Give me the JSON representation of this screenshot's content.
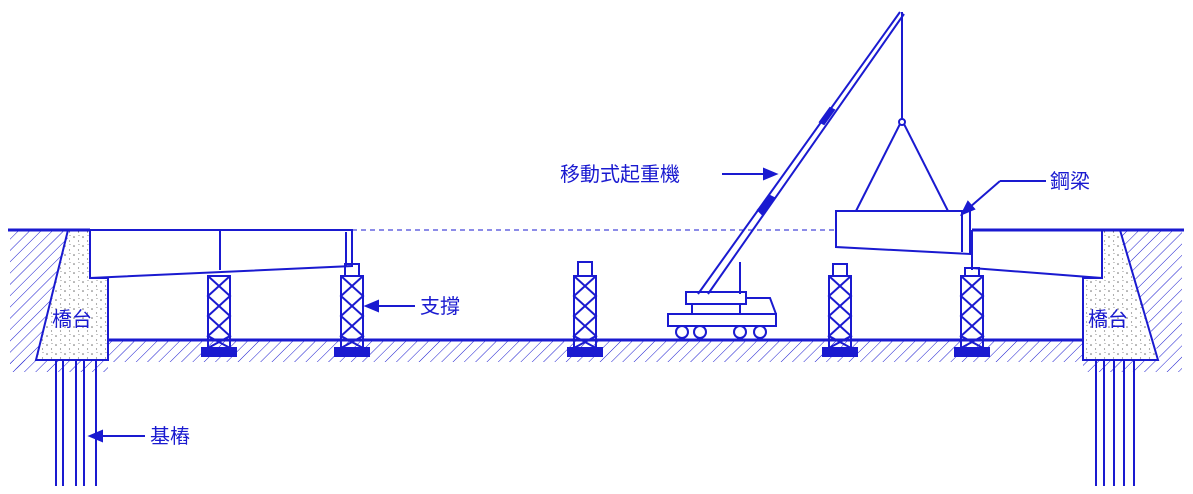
{
  "labels": {
    "crane": "移動式起重機",
    "girder": "鋼梁",
    "support": "支撐",
    "abutment_left": "橋台",
    "abutment_right": "橋台",
    "pile": "基樁"
  },
  "colors": {
    "line": "#1a1ad0",
    "concrete_dot": "#6a6a6a",
    "hatch": "#1a1ad0"
  }
}
